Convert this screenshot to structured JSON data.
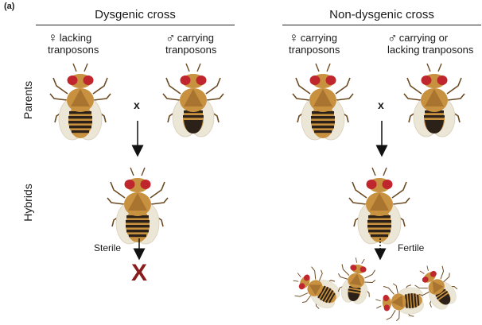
{
  "panel_label": "(a)",
  "crosses": {
    "dysgenic": {
      "title": "Dysgenic cross",
      "female_symbol": "♀",
      "female_text_1": "lacking",
      "female_text_2": "tranposons",
      "male_symbol": "♂",
      "male_text_1": "carrying",
      "male_text_2": "tranposons",
      "cross_symbol": "x",
      "result_label": "Sterile",
      "result_mark": "X"
    },
    "nondysgenic": {
      "title": "Non-dysgenic cross",
      "female_symbol": "♀",
      "female_text_1": "carrying",
      "female_text_2": "tranposons",
      "male_symbol": "♂",
      "male_text_1": "carrying or",
      "male_text_2": "lacking tranposons",
      "cross_symbol": "x",
      "result_label": "Fertile"
    }
  },
  "rows": {
    "parents": "Parents",
    "hybrids": "Hybrids"
  },
  "colors": {
    "body": "#c8913f",
    "body_dark": "#a97430",
    "eye": "#c0262d",
    "stripe": "#2b2118",
    "wing": "#ece6d6",
    "sterile": "#8a1c1c"
  }
}
